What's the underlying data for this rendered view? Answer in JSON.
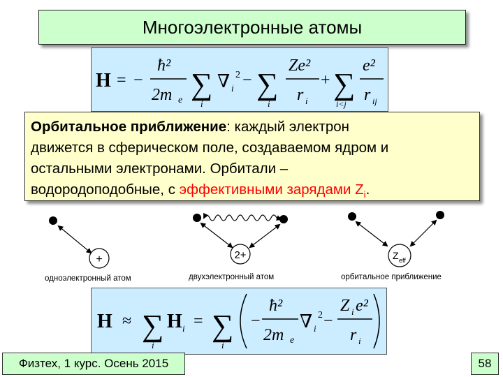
{
  "slide": {
    "title": "Многоэлектронные атомы",
    "page_number": "58",
    "footer": "Физтех, 1 курс. Осень 2015"
  },
  "text_block": {
    "lead_bold": "Орбитальное приближение",
    "line1_rest": ": каждый электрон",
    "line2": "движется в сферическом поле, создаваемом ядром и",
    "line3": "остальными электронами. Орбитали –",
    "line4_start": "водородоподобные, с ",
    "line4_red": "эффективными зарядами",
    "line4_Z": " Z",
    "line4_sub": "i",
    "line4_end": "."
  },
  "formula1": {
    "H": "H",
    "eq": "=",
    "minus": "−",
    "plus": "+",
    "hbar2": "ħ²",
    "two_m": "2m",
    "e_sub": "e",
    "sigma": "∑",
    "nabla": "∇",
    "sub_i": "i",
    "sq": "2",
    "Ze2": "Ze²",
    "r": "r",
    "e2": "e²",
    "sub_ij_cond": "i<j",
    "sub_ij": "ij"
  },
  "formula2": {
    "H": "H",
    "approx": "≈",
    "eq": "=",
    "sigma": "∑",
    "Hi": "H",
    "sub_i": "i",
    "hbar2": "ħ²",
    "two_m": "2m",
    "e_sub": "e",
    "minus": "−",
    "nabla": "∇",
    "sq": "2",
    "Zie2": "Z",
    "e2": "e²",
    "r": "r"
  },
  "diagrams": [
    {
      "nucleus_label": "+",
      "caption": "одноэлектронный атом"
    },
    {
      "nucleus_label": "2+",
      "caption": "двухэлектронный атом"
    },
    {
      "nucleus_label": "Z",
      "nucleus_sub": "eff",
      "caption": "орбитальное приближение"
    }
  ]
}
